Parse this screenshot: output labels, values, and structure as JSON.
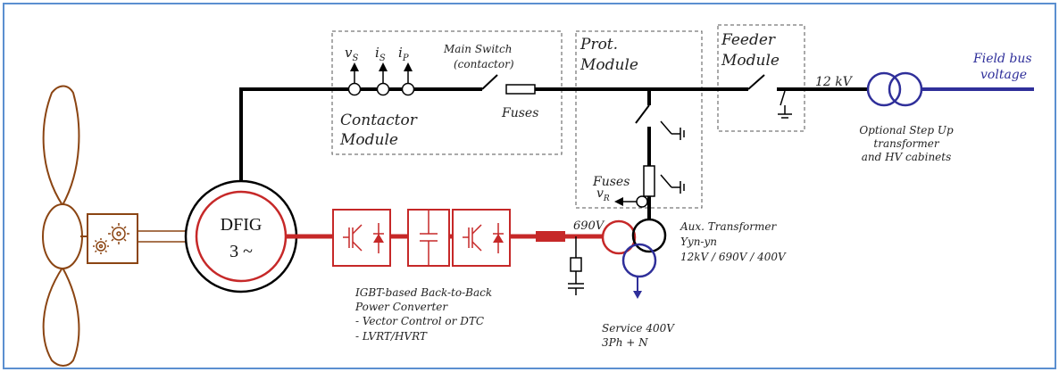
{
  "colors": {
    "frame": "#5b8fd0",
    "line": "#000000",
    "converter": "#c62828",
    "grid_blue": "#2f2f9a",
    "rotor": "#8b4513"
  },
  "labels": {
    "vs": "v",
    "vs_sub": "S",
    "is": "i",
    "is_sub": "S",
    "ip": "i",
    "ip_sub": "P",
    "main_switch_1": "Main Switch",
    "main_switch_2": "(contactor)",
    "contactor_module_1": "Contactor",
    "contactor_module_2": "Module",
    "fuses_top": "Fuses",
    "prot_module_1": "Prot.",
    "prot_module_2": "Module",
    "fuses_prot": "Fuses",
    "vr": "v",
    "vr_sub": "R",
    "feeder_module_1": "Feeder",
    "feeder_module_2": "Module",
    "kv12": "12 kV",
    "field_bus_1": "Field bus",
    "field_bus_2": "voltage",
    "stepup_1": "Optional Step Up",
    "stepup_2": "transformer",
    "stepup_3": "and HV cabinets",
    "dfig_name": "DFIG",
    "dfig_phase": "3 ~",
    "v690": "690V",
    "aux_1": "Aux. Transformer",
    "aux_2": "Yyn-yn",
    "aux_3": "12kV / 690V / 400V",
    "igbt_1": "IGBT-based Back-to-Back",
    "igbt_2": "Power Converter",
    "igbt_3": "- Vector Control or DTC",
    "igbt_4": "- LVRT/HVRT",
    "service_1": "Service 400V",
    "service_2": "3Ph + N"
  }
}
